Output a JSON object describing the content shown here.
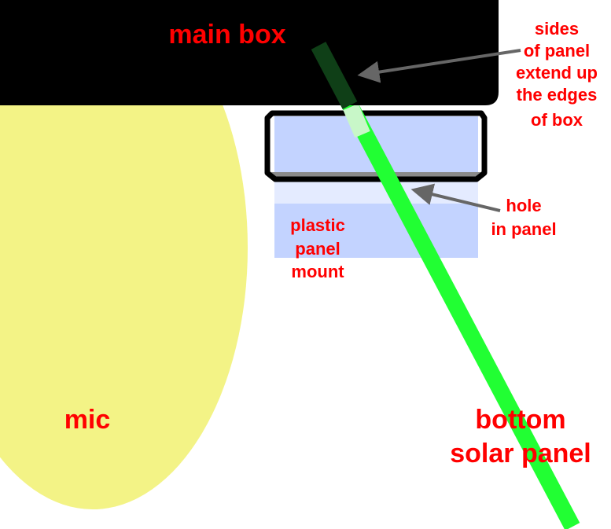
{
  "labels": {
    "main_box": "main box",
    "sides": [
      "sides",
      "of panel",
      "extend up",
      "the edges",
      "of box"
    ],
    "hole": [
      "hole",
      "in panel"
    ],
    "mount": [
      "plastic",
      "panel",
      "mount"
    ],
    "mic": "mic",
    "solar": [
      "bottom",
      "solar panel"
    ]
  },
  "colors": {
    "label": "#ff0000",
    "box": "#000000",
    "mic": "#f3f386",
    "panel": "#21ff33",
    "panel_shadow": "#0f3f17",
    "panel_highlight": "#c8f7c8",
    "mount": "#c3d3ff",
    "mount_light": "#e4ebff",
    "hole_bar": "#8a8a8a",
    "arrow": "#666666"
  }
}
